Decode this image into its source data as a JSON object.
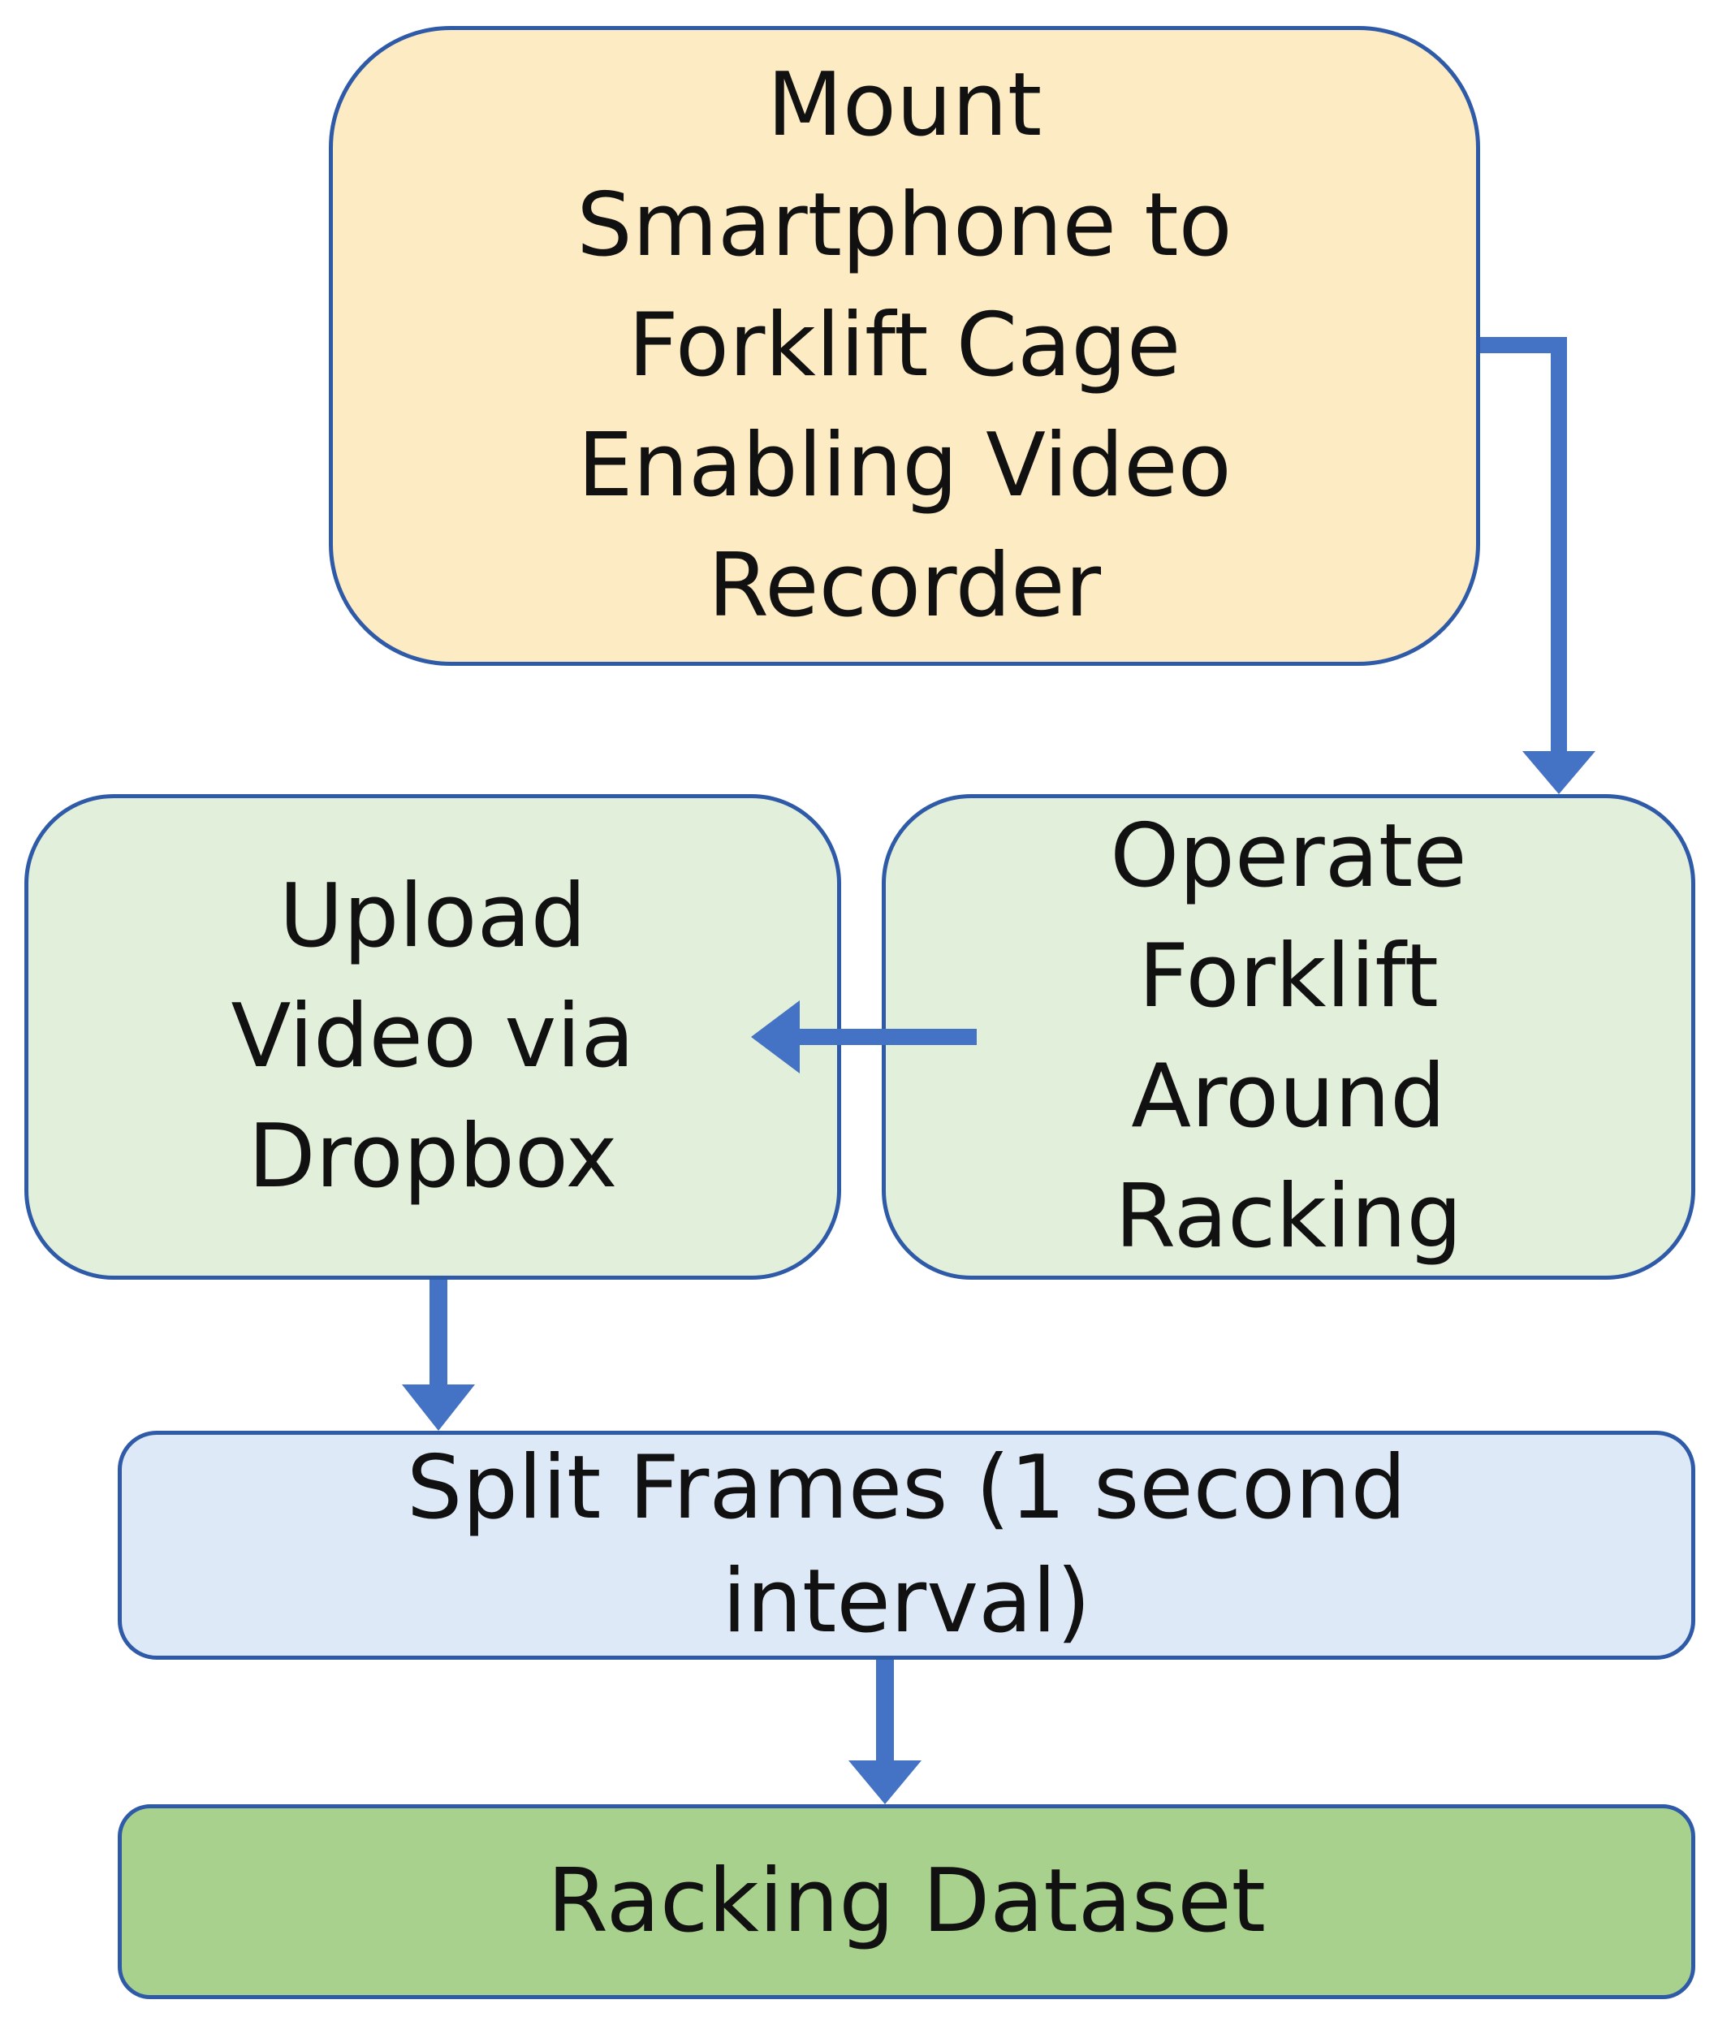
{
  "colors": {
    "node_border": "#2e5aa8",
    "arrow": "#4472c4",
    "mount_fill": "#fdebc3",
    "green_fill": "#e2efda",
    "blue_fill": "#dde9f6",
    "dataset_fill": "#a9d18e"
  },
  "nodes": {
    "mount": "Mount\nSmartphone to\nForklift Cage\nEnabling Video\nRecorder",
    "upload": "Upload\nVideo via\nDropbox",
    "operate": "Operate\nForklift\nAround\nRacking",
    "split": "Split Frames (1 second\ninterval)",
    "dataset": "Racking Dataset"
  },
  "edges": [
    {
      "from": "mount",
      "to": "operate"
    },
    {
      "from": "operate",
      "to": "upload"
    },
    {
      "from": "upload",
      "to": "split"
    },
    {
      "from": "split",
      "to": "dataset"
    }
  ]
}
